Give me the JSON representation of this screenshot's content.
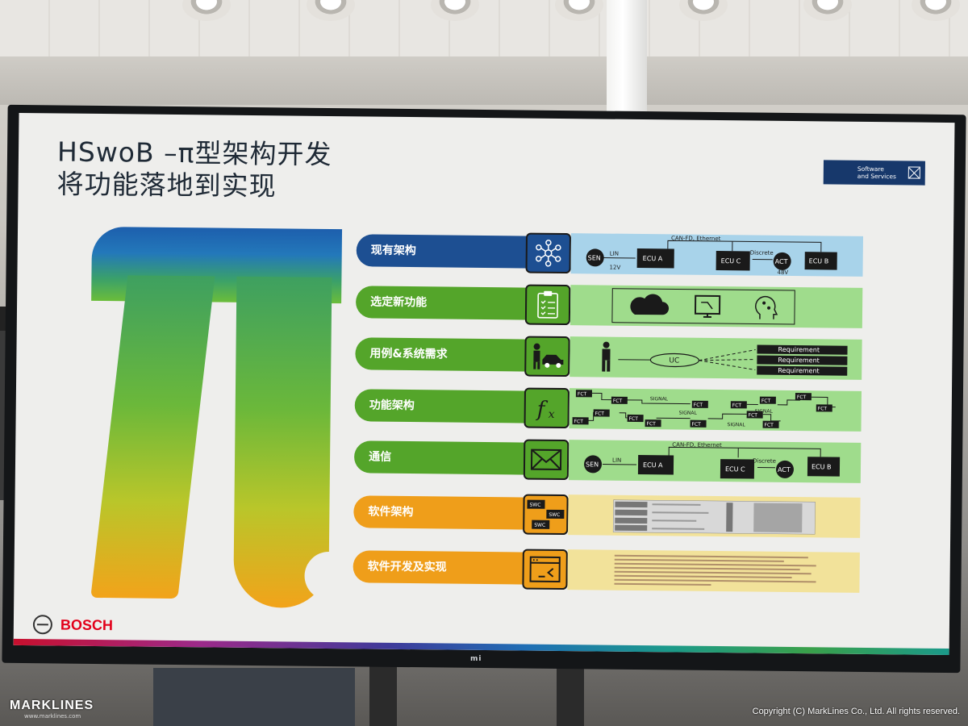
{
  "slide": {
    "title_line1": "HSwoB –π型架构开发",
    "title_line2": "将功能落地到实现",
    "badge_line1": "Software",
    "badge_line2": "and Services",
    "brand": "BOSCH"
  },
  "rows": [
    {
      "label": "现有架构",
      "color": "blue"
    },
    {
      "label": "选定新功能",
      "color": "green"
    },
    {
      "label": "用例&系统需求",
      "color": "green"
    },
    {
      "label": "功能架构",
      "color": "green"
    },
    {
      "label": "通信",
      "color": "green"
    },
    {
      "label": "软件架构",
      "color": "orange"
    },
    {
      "label": "软件开发及实现",
      "color": "orange"
    }
  ],
  "diagram": {
    "sen": "SEN",
    "lin": "LIN",
    "ecu_a": "ECU A",
    "ecu_b": "ECU B",
    "ecu_c": "ECU C",
    "act": "ACT",
    "canfd": "CAN-FD, Ethernet",
    "discrete": "Discrete",
    "v12": "12V",
    "v48": "48V",
    "uc": "UC",
    "requirement": "Requirement",
    "fct": "FCT",
    "signal": "SIGNAL",
    "swc": "SWC"
  },
  "tv_brand": "mi",
  "watermark": "MARKLINES",
  "watermark_sub": "www.marklines.com",
  "copyright": "Copyright (C) MarkLines Co., Ltd. All rights reserved."
}
